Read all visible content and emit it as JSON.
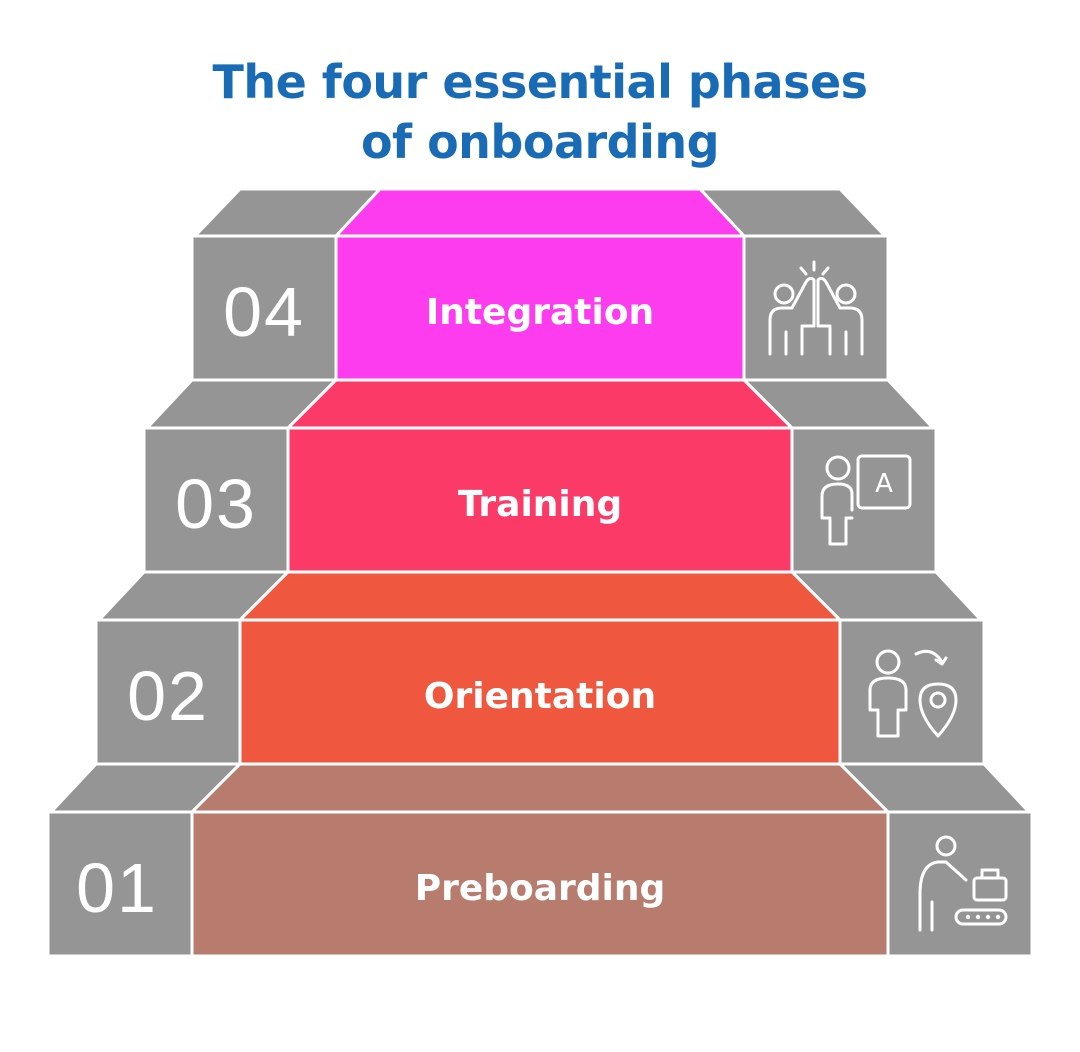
{
  "title": {
    "line1": "The four essential phases",
    "line2": "of onboarding"
  },
  "colors": {
    "title": "#1a6bb5",
    "gray_face": "#959595",
    "gray_top": "#8a8a8a",
    "preboarding": "#b87c6e",
    "orientation": "#f0573f",
    "training": "#fc3a68",
    "integration": "#fd3cf0"
  },
  "steps": [
    {
      "number": "01",
      "label": "Preboarding",
      "icon": "person-baggage-conveyor-icon"
    },
    {
      "number": "02",
      "label": "Orientation",
      "icon": "person-location-pin-icon"
    },
    {
      "number": "03",
      "label": "Training",
      "icon": "person-whiteboard-icon"
    },
    {
      "number": "04",
      "label": "Integration",
      "icon": "high-five-icon"
    }
  ]
}
